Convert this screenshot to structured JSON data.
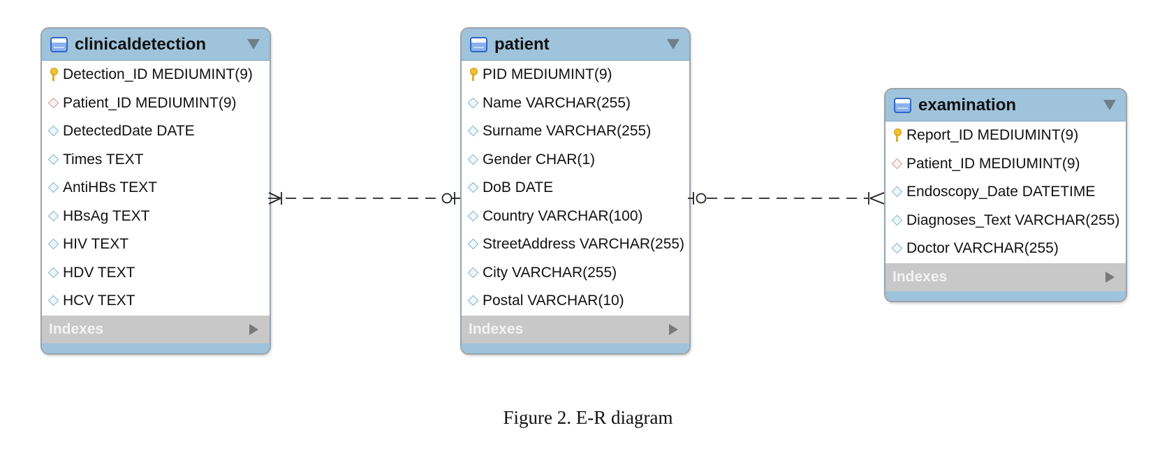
{
  "entities": {
    "clinicaldetection": {
      "title": "clinicaldetection",
      "columns": [
        {
          "icon": "primary-key-icon",
          "text": "Detection_ID MEDIUMINT(9)"
        },
        {
          "icon": "foreign-key-icon",
          "text": "Patient_ID MEDIUMINT(9)"
        },
        {
          "icon": "column-icon",
          "text": "DetectedDate DATE"
        },
        {
          "icon": "column-icon",
          "text": "Times TEXT"
        },
        {
          "icon": "column-icon",
          "text": "AntiHBs TEXT"
        },
        {
          "icon": "column-icon",
          "text": "HBsAg TEXT"
        },
        {
          "icon": "column-icon",
          "text": "HIV TEXT"
        },
        {
          "icon": "column-icon",
          "text": "HDV TEXT"
        },
        {
          "icon": "column-icon",
          "text": "HCV TEXT"
        }
      ],
      "indexes_label": "Indexes"
    },
    "patient": {
      "title": "patient",
      "columns": [
        {
          "icon": "primary-key-icon",
          "text": "PID MEDIUMINT(9)"
        },
        {
          "icon": "column-icon",
          "text": "Name VARCHAR(255)"
        },
        {
          "icon": "column-icon",
          "text": "Surname VARCHAR(255)"
        },
        {
          "icon": "column-icon",
          "text": "Gender CHAR(1)"
        },
        {
          "icon": "column-icon",
          "text": "DoB DATE"
        },
        {
          "icon": "column-icon",
          "text": "Country VARCHAR(100)"
        },
        {
          "icon": "column-icon",
          "text": "StreetAddress VARCHAR(255)"
        },
        {
          "icon": "column-icon",
          "text": "City VARCHAR(255)"
        },
        {
          "icon": "column-icon",
          "text": "Postal VARCHAR(10)"
        }
      ],
      "indexes_label": "Indexes"
    },
    "examination": {
      "title": "examination",
      "columns": [
        {
          "icon": "primary-key-icon",
          "text": "Report_ID MEDIUMINT(9)"
        },
        {
          "icon": "foreign-key-icon",
          "text": "Patient_ID MEDIUMINT(9)"
        },
        {
          "icon": "column-icon",
          "text": "Endoscopy_Date DATETIME"
        },
        {
          "icon": "column-icon",
          "text": "Diagnoses_Text VARCHAR(255)"
        },
        {
          "icon": "column-icon",
          "text": "Doctor VARCHAR(255)"
        }
      ],
      "indexes_label": "Indexes"
    }
  },
  "relationships": [
    {
      "from": "clinicaldetection",
      "to": "patient",
      "from_end": "one-or-many",
      "to_end": "zero-or-one",
      "style": "dashed"
    },
    {
      "from": "patient",
      "to": "examination",
      "from_end": "zero-or-one",
      "to_end": "one-or-many",
      "style": "dashed"
    }
  ],
  "colors": {
    "header": "#9fc3db",
    "indexes_bar": "#c8c8c8",
    "border": "#9aa3ab"
  },
  "caption": "Figure 2. E-R diagram"
}
